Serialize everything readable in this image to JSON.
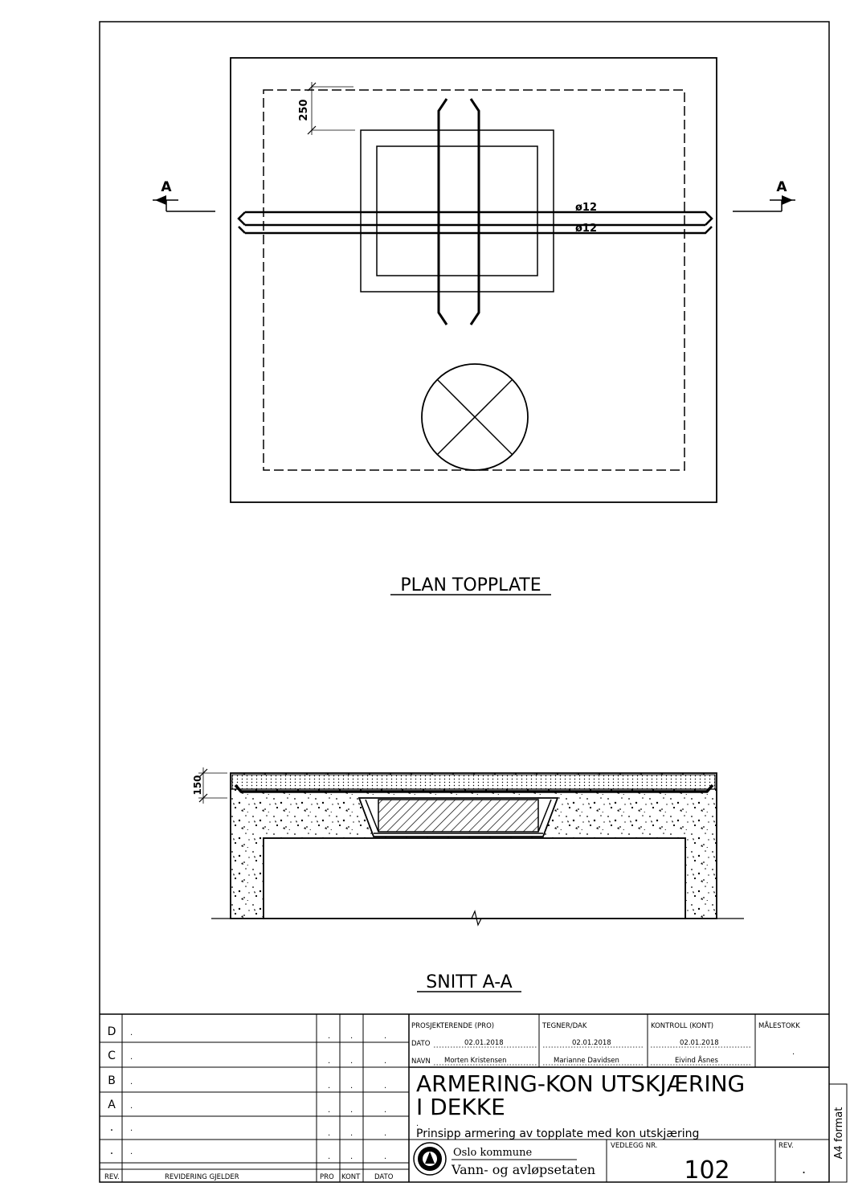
{
  "plan": {
    "title": "PLAN TOPPLATE",
    "section_marker": "A",
    "dimension": "250",
    "rebar_label_1": "ø12",
    "rebar_label_2": "ø12"
  },
  "section": {
    "title": "SNITT A-A",
    "dimension": "150"
  },
  "revisions": {
    "rows": [
      {
        "rev": "D",
        "desc": ".",
        "pro": ".",
        "kont": ".",
        "dato": "."
      },
      {
        "rev": "C",
        "desc": ".",
        "pro": ".",
        "kont": ".",
        "dato": "."
      },
      {
        "rev": "B",
        "desc": ".",
        "pro": ".",
        "kont": ".",
        "dato": "."
      },
      {
        "rev": "A",
        "desc": ".",
        "pro": ".",
        "kont": ".",
        "dato": "."
      },
      {
        "rev": ".",
        "desc": ".",
        "pro": ".",
        "kont": ".",
        "dato": "."
      },
      {
        "rev": ".",
        "desc": ".",
        "pro": ".",
        "kont": ".",
        "dato": "."
      }
    ],
    "header": {
      "rev": "REV.",
      "desc": "REVIDERING GJELDER",
      "pro": "PRO",
      "kont": "KONT",
      "dato": "DATO"
    }
  },
  "title_block": {
    "pro_header": "PROSJEKTERENDE (PRO)",
    "tegner_header": "TEGNER/DAK",
    "kontroll_header": "KONTROLL (KONT)",
    "malestokk_header": "MÅLESTOKK",
    "dato_label": "DATO",
    "navn_label": "NAVN",
    "pro_date": "02.01.2018",
    "tegner_date": "02.01.2018",
    "kontroll_date": "02.01.2018",
    "pro_name": "Morten Kristensen",
    "tegner_name": "Marianne Davidsen",
    "kontroll_name": "Eivind Åsnes",
    "malestokk_value": ".",
    "title_line1": "ARMERING-KON UTSKJÆRING",
    "title_line2": "I DEKKE",
    "dot_line": ".",
    "subtitle": "Prinsipp armering av topplate med kon utskjæring",
    "org_line1": "Oslo kommune",
    "org_line2": "Vann- og avløpsetaten",
    "vedlegg_label": "VEDLEGG NR.",
    "vedlegg_value": "102",
    "rev_label": "REV.",
    "rev_value": ".",
    "format": "A4 format"
  }
}
